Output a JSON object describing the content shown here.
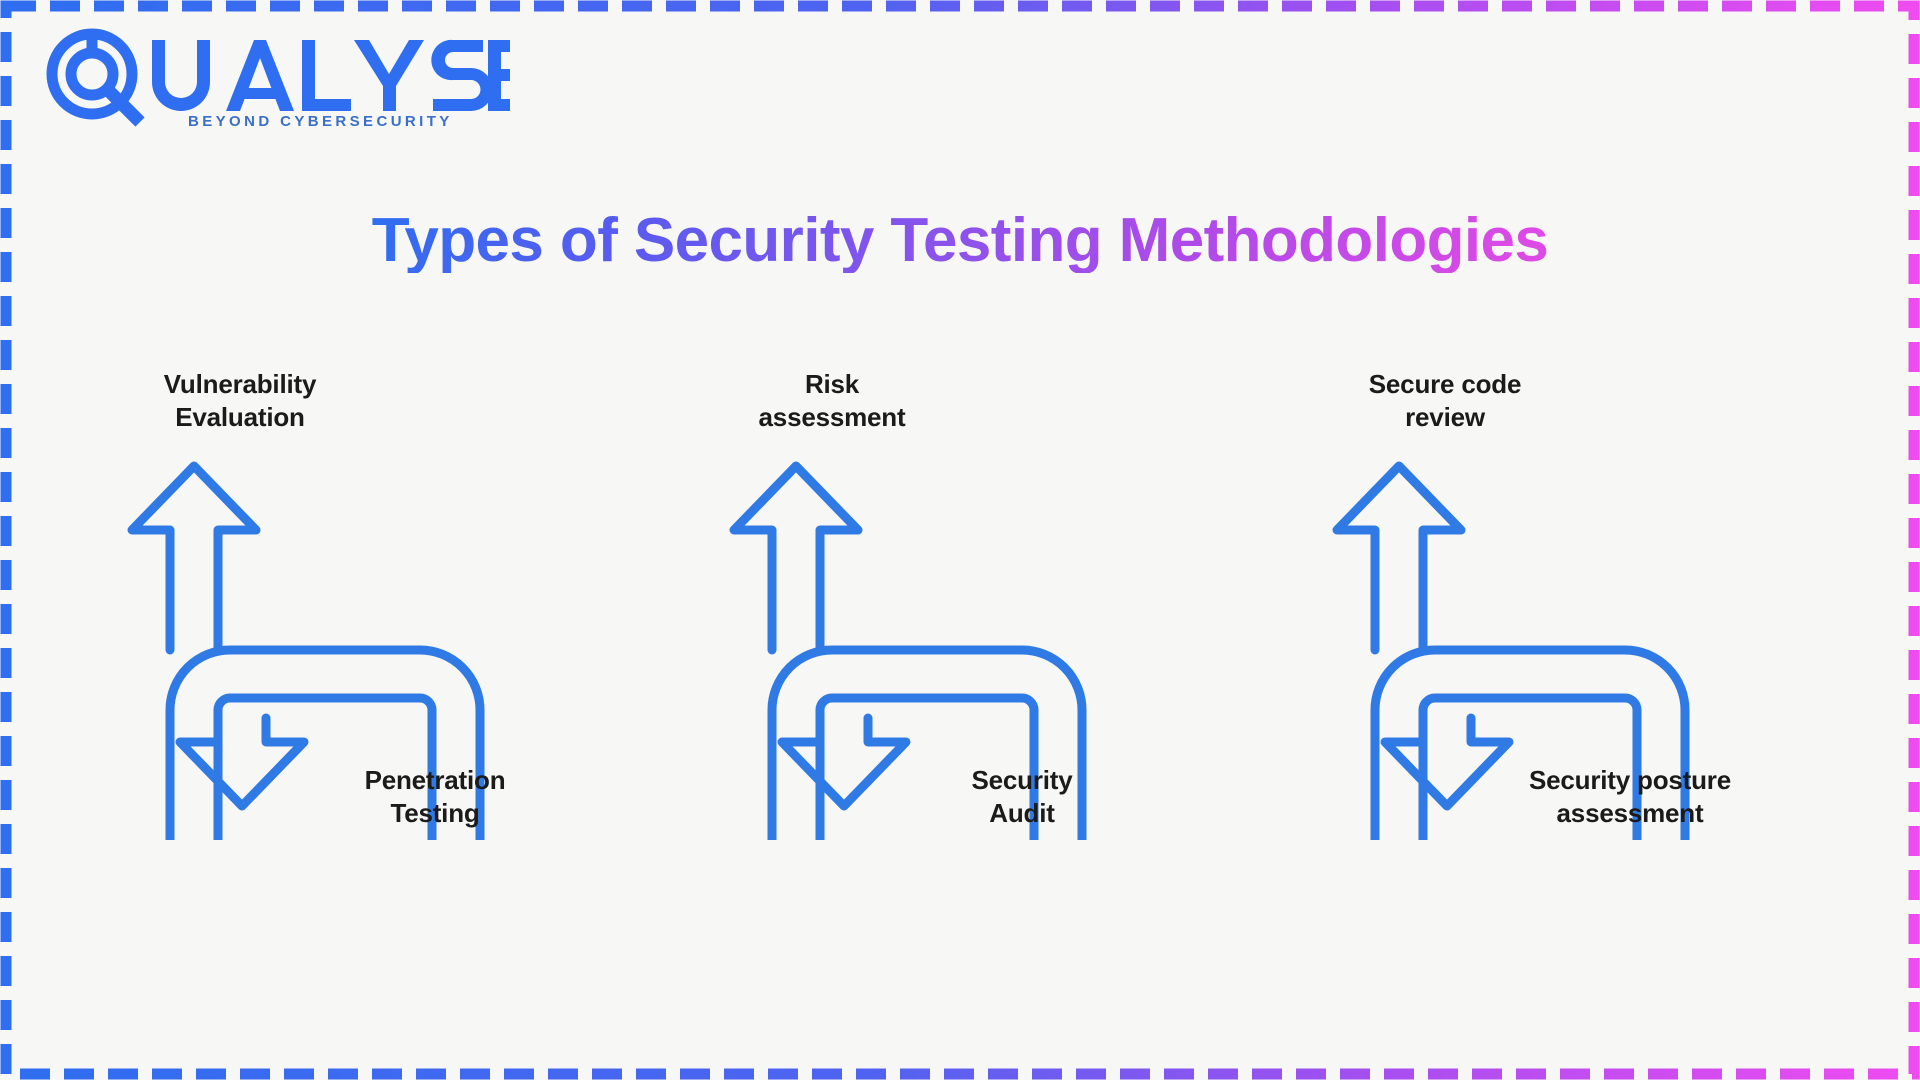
{
  "page": {
    "background_color": "#f7f7f6",
    "border": {
      "style": "dashed",
      "gradient_from": "#2f6ef0",
      "gradient_to": "#ef4bf0"
    }
  },
  "logo": {
    "wordmark": "QUALYSEC",
    "tagline": "BEYOND CYBERSECURITY",
    "color": "#2f6ef0",
    "mark_name": "q-magnifier-mark"
  },
  "title": {
    "text": "Types of Security Testing Methodologies",
    "gradient_from": "#2f6ef0",
    "gradient_to": "#e04ae6"
  },
  "diagram": {
    "arrow_color": "#2f7ae5",
    "groups": [
      {
        "id": "group-1",
        "up_label": "Vulnerability\nEvaluation",
        "down_label": "Penetration\nTesting"
      },
      {
        "id": "group-2",
        "up_label": "Risk\nassessment",
        "down_label": "Security\nAudit"
      },
      {
        "id": "group-3",
        "up_label": "Secure code\nreview",
        "down_label": "Security posture\nassessment"
      }
    ]
  },
  "chart_data": {
    "type": "diagram",
    "title": "Types of Security Testing Methodologies",
    "subtype": "paired-s-curve-arrows",
    "pairs": [
      {
        "up": "Vulnerability Evaluation",
        "down": "Penetration Testing"
      },
      {
        "up": "Risk assessment",
        "down": "Security Audit"
      },
      {
        "up": "Secure code review",
        "down": "Security posture assessment"
      }
    ],
    "categories": [
      "Vulnerability Evaluation",
      "Penetration Testing",
      "Risk assessment",
      "Security Audit",
      "Secure code review",
      "Security posture assessment"
    ]
  }
}
